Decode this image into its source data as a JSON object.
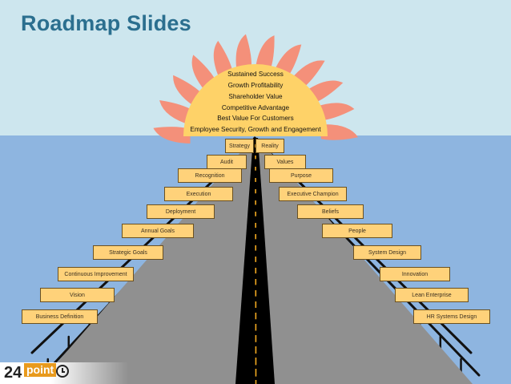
{
  "slide": {
    "title": "Roadmap Slides"
  },
  "sun": {
    "lines": [
      "Sustained Success",
      "Growth Profitability",
      "Shareholder Value",
      "Competitive Advantage",
      "Best Value For Customers",
      "Employee Security, Growth and Engagement"
    ]
  },
  "road": {
    "left_labels": [
      "Strategy",
      "Audit",
      "Recognition",
      "Execution",
      "Deployment",
      "Annual Goals",
      "Strategic Goals",
      "Continuous Improvement",
      "Vision",
      "Business Definition"
    ],
    "right_labels": [
      "Reality",
      "Values",
      "Purpose",
      "Executive Champion",
      "Beliefs",
      "People",
      "System Design",
      "Innovation",
      "Lean Enterprise",
      "HR Systems Design"
    ]
  },
  "logo": {
    "number": "24",
    "word": "point"
  },
  "colors": {
    "sky": "#cde6ee",
    "sea": "#8eb5e0",
    "sun_core": "#fed268",
    "sun_rays": "#f4907a",
    "road": "#909090",
    "road_center": "#000000",
    "road_dashes": "#f2a920",
    "label_fill": "#ffd27a",
    "title": "#2b6f8f"
  }
}
